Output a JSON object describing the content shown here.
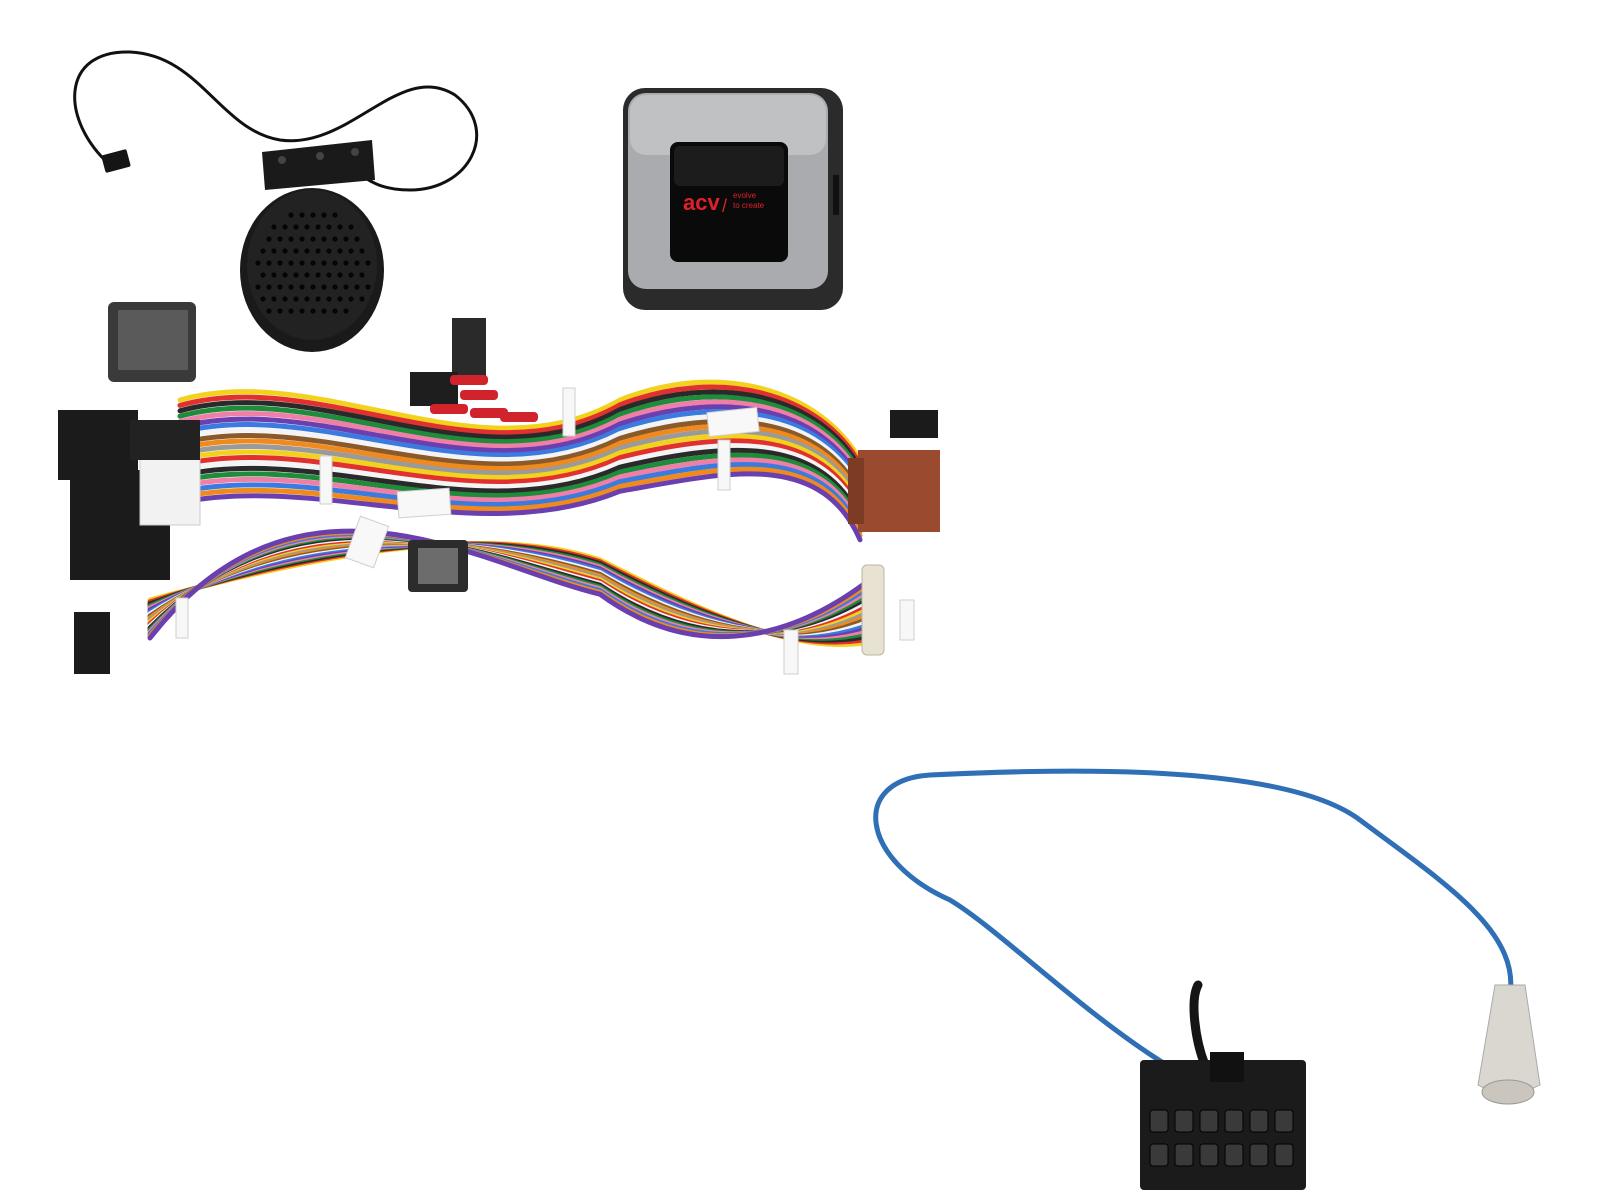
{
  "product": {
    "logo_brand": "acv",
    "logo_tagline_line1": "evolve",
    "logo_tagline_line2": "to create"
  },
  "colors": {
    "background": "#ffffff",
    "module_shell": "#2b2b2b",
    "module_face": "#a9abae",
    "module_window": "#0a0a0a",
    "logo_red": "#e0202a",
    "iso_connector": "#9a4a2e",
    "antenna_cable": "#2f6fb5",
    "connector_black": "#1b1b1b"
  },
  "icons": {
    "speaker": "speaker-icon",
    "interface-module": "module-icon",
    "wiring-harness": "harness-icon",
    "antenna-adapter": "antenna-cable-icon"
  }
}
